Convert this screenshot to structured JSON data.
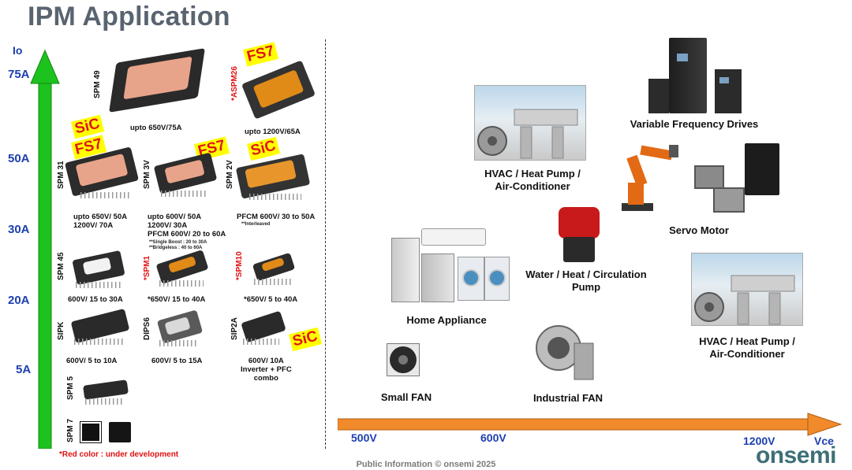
{
  "title": "IPM Application",
  "y_axis": {
    "label": "Io",
    "ticks": [
      "75A",
      "50A",
      "30A",
      "20A",
      "5A"
    ]
  },
  "x_axis": {
    "label": "Vce",
    "ticks": [
      "500V",
      "600V",
      "1200V"
    ]
  },
  "packages": [
    {
      "name": "SPM 49",
      "spec": "upto 650V/75A"
    },
    {
      "name": "*ASPM26",
      "spec": "upto 1200V/65A",
      "tag": "FS7"
    },
    {
      "name": "SPM 31",
      "spec": "upto 650V/ 50A\n1200V/ 70A",
      "tags": [
        "SiC",
        "FS7"
      ]
    },
    {
      "name": "SPM 3V",
      "spec": "upto 600V/ 50A\n1200V/ 30A\nPFCM 600V/ 20 to 60A",
      "note": "**Single Boost : 20 to 30A\n**Bridgeless : 40 to 60A",
      "tag": "FS7"
    },
    {
      "name": "SPM 2V",
      "spec": "PFCM 600V/ 30 to 50A",
      "note": "**Interleaved",
      "tag": "SiC"
    },
    {
      "name": "SPM 45",
      "spec": "600V/ 15 to 30A"
    },
    {
      "name": "*SPM1",
      "spec": "*650V/ 15 to 40A"
    },
    {
      "name": "*SPM10",
      "spec": "*650V/ 5 to 40A"
    },
    {
      "name": "SIPK",
      "spec": "600V/ 5 to 10A"
    },
    {
      "name": "DIPS6",
      "spec": "600V/ 5 to 15A"
    },
    {
      "name": "SIP2A",
      "spec": "600V/ 10A\nInverter + PFC\ncombo",
      "tag": "SiC"
    },
    {
      "name": "SPM 5"
    },
    {
      "name": "SPM 7"
    }
  ],
  "legend_note": "*Red color : under development",
  "applications": [
    "Variable Frequency Drives",
    "HVAC / Heat Pump /\nAir-Conditioner",
    "Servo Motor",
    "Water / Heat / Circulation\nPump",
    "Home Appliance",
    "HVAC / Heat Pump /\nAir-Conditioner",
    "Small FAN",
    "Industrial FAN"
  ],
  "footer": "Public Information © onsemi 2025",
  "logo": "onsemi",
  "colors": {
    "title": "#5a6470",
    "axis_label": "#1d3fb0",
    "y_arrow": "#1ec21e",
    "x_arrow": "#f08a2a",
    "tag_bg": "#ffff00",
    "tag_text": "#e0141a",
    "dev_red": "#e01010"
  }
}
